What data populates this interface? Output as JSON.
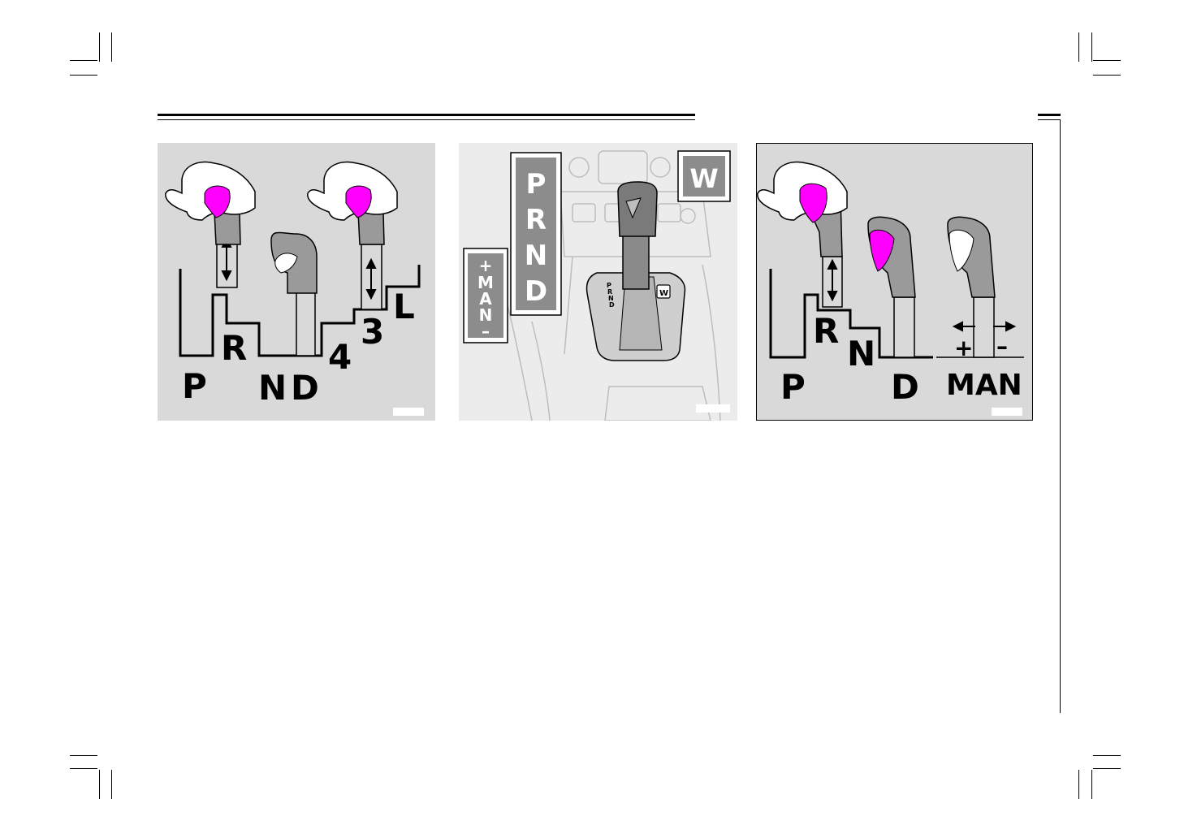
{
  "figure1": {
    "positions": [
      "P",
      "R",
      "N",
      "D",
      "4",
      "3",
      "L"
    ]
  },
  "figure2": {
    "plate_main": [
      "P",
      "R",
      "N",
      "D"
    ],
    "plate_manual": [
      "+",
      "M",
      "A",
      "N",
      "–"
    ],
    "winter_button": "W",
    "console_mini": [
      "P",
      "R",
      "N",
      "D"
    ]
  },
  "figure3": {
    "positions": [
      "P",
      "R",
      "N",
      "D",
      "MAN"
    ],
    "manual_plus": "+",
    "manual_minus": "–"
  },
  "colors": {
    "panel_bg": "#d9d9d9",
    "knob_gray": "#9a9a9a",
    "button_highlight": "#ff00ff",
    "plate_gray": "#8c8c8c"
  }
}
